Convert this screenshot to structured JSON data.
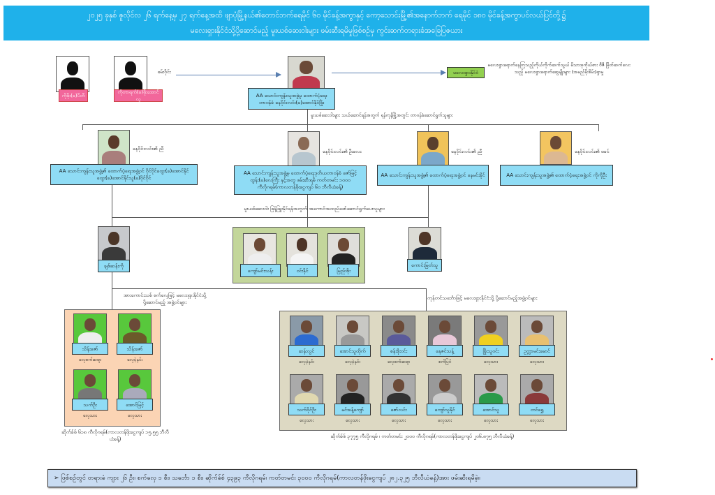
{
  "title": {
    "line1": "၂၀၂၅ ခုနှစ် ဇူလိုင်လ ၂၆ ရက်နေ့မှ ၂၇ ရက်နေ့အထိ ဖျာပုံမြို့နယ်၏တောင်ဘက်ရေမိုင် ၆၀ မိုင်ခန့်အကွာနှင့် ကော့သောင်းမြို့၏အနောက်ဘက် ရေမိုင် ၁၈၀ မိုင်ခန့်အကွာပင်လယ်ပြင်တို့၌",
    "line2": "မလေးရှားနိုင်ငံသို့ပို့ဆောင်မည့် မူးယစ်ဆေးဝါးများ ဖမ်းဆီးရမိမှုဖြစ်စဉ်မှ ကွင်းဆက်တရားခံအခြေပြဇယား"
  },
  "top": {
    "silhouettes": [
      {
        "name": "ကိုဖိုး(ခ)ပီတီ"
      },
      {
        "name": "ကိုတာရက်(ခ)ဖိုးအောင်လူ"
      }
    ],
    "order_label": "ဖမ်းဝိုင်း",
    "leader_label": "AA သောင်းကျန်းသူအဖွဲ့မှ ထောက်ပံ့ရေးတာဝန်ခံ နေဝိုင်းလင်း(ခ)အောင်နိုင်ဖြိုး",
    "destination": "မလေးရှားနိုင်ငံ",
    "destination_note": "မလေးရှားရောက်နေကြသည့်ကိုယ်ကိုက်ဆက်သွယ် မိသားစုကိုယ်စား ဗီဇီ မြိတ်ဆက်လေးသည့် မလေးရှားရောက်ဆွေမျိုးများ (အမည်မိုးစိမ်း)ရှာမှု",
    "under_leader": "မူးယစ်ဆေးဝါးများ သယ်ဆောင်ရန်အတွက် ရန်ကုန်မြို့အတွင်း တာဝန်ခံဆောင်ရွက်သူများ"
  },
  "row2": [
    {
      "relation": "နေဝိုင်းလင်း၏ ညီ",
      "box": "AA သောင်းကျန်းသူအဖွဲ့၏ ထောက်ပံ့ရေးအဖွဲ့ဝင် ဝိုင်ဝိုင်ထွေး(ခ)အောင်နိုင်ထွေး(ခ)အောင်နိုင်သူ(ခ)ဝိုင်ဝိုင်"
    },
    {
      "relation": "နေဝိုင်းလင်း၏ ဦးလေး",
      "box": "AA သောင်းကျန်းသူအဖွဲ့မှ ထောက်ပံ့ရေးဒုတိယတာဝန်ခံ ဇော်မြင့်ထွန်း(ခ)လေကြီး နှင့်အတူ ဖမ်းဆီးရမိ ကတ်တမင်း ၁၀၀၀ ကီလိုဂရမ်(ကာလတန်ဖိုးငွေကျပ် ၆၀ ဘီလီယံခန့်)"
    },
    {
      "relation": "နေဝိုင်းလင်း၏ ညီ",
      "box": "AA သောင်းကျန်းသူအဖွဲ့၏ ထောက်ပံ့ရေးအဖွဲ့ဝင် နေမင်းခိုင်"
    },
    {
      "relation": "နေဝိုင်းလင်း၏ ဖခင်",
      "box": "AA သောင်းကျန်းသူအဖွဲ့၏ ထောက်ပံ့ရေးအဖွဲ့ဝင် ကိုကိုဦး"
    }
  ],
  "transport_label": "မူးယစ်ဆေးဝါး ဖြန့်ဖြူးနိုင်ရန်အတွက် အကောင်အထည်ဖော်ဆောင်ရွက်ပေးသူများ",
  "row3": {
    "left": "ချစ်ဆန်းကို",
    "middle": [
      "ကျော်မင်းသန်း",
      "ဝင်းနိုင်",
      "မြည်းစိုး"
    ],
    "right": "ကောင်းမြတ်သူ"
  },
  "branch_left": "အားကောင်းသစ် စက်လှေဖြင့် မလေးရှားနိုင်ငံသို့ ပို့ဆောင်မည့် အဖွဲ့ဝင်များ",
  "branch_right": "ကုန်တင်သင်္ဘောဖြင့် မလေးရှားနိုင်ငံသို့ ပို့ဆောင်မည့်အဖွဲ့ဝင်များ",
  "left_group": {
    "members": [
      {
        "name": "သိန်းဇော်",
        "role": "လှေစက်ဆရာ"
      },
      {
        "name": "သိန်းဇော်",
        "role": "လှေပဲ့နင်း"
      },
      {
        "name": "သက်ဦး",
        "role": "လှေသား"
      },
      {
        "name": "အောင်မြင့်",
        "role": "လှေသား"
      }
    ],
    "caption": "ဆိုက်ခ်စ် ၆၁၈ ကီလိုဂရမ်(ကာလတန်ဖိုးငွေကျပ် ၁၅.၅၅ ဘီလီယံခန့်)"
  },
  "right_group": {
    "members": [
      {
        "name": "ဆန်းလွင်",
        "role": "လှေပဲ့နင်း"
      },
      {
        "name": "အောင်သူထိုက်",
        "role": "လှေပဲ့နင်း"
      },
      {
        "name": "စန်းစိုးဝင်း",
        "role": "လှေစက်ဆရာ"
      },
      {
        "name": "နေဇင်သန့်",
        "role": "စက်ပြင်"
      },
      {
        "name": "ဖြိုးသူဝင်း",
        "role": "လှေသား"
      },
      {
        "name": "ဥက္ကာမင်းမောင်",
        "role": "လှေသား"
      },
      {
        "name": "သက်ဝိုင်ဦး",
        "role": "လှေသား"
      },
      {
        "name": "မင်းခန့်ကျော်",
        "role": "လှေသား"
      },
      {
        "name": "ဇော်လင်း",
        "role": "လှေသား"
      },
      {
        "name": "ကျော်သူနိုင်",
        "role": "လှေသား"
      },
      {
        "name": "အောင်သူ",
        "role": "လှေသား"
      },
      {
        "name": "တင်ရွှေ",
        "role": "လှေသား"
      }
    ],
    "caption": "ဆိုက်ခ်စ် ၃၇၇၅ ကီလိုဂရမ် ၊ ကတ်တမင်း ၂၀၀၀ ကီလိုဂရမ်(ကာလတန်ဖိုးငွေကျပ် ၂၀၆.၈၇၅ ဘီလီယံခန့်)"
  },
  "footer": "➢ ဖြစ်စဉ်တွင် တရားခံ ကျား ၂၆ ဦး၊ စက်လှေ ၁ စီး၊ သင်္ဘော ၁ စီး၊ ဆိုက်ခ်စ် ၄၃၉၃ ကီလိုဂရမ်၊ ကတ်တမင်း ၃၀၀၀ ကီလိုဂရမ်(ကာလတန်ဖိုးငွေကျပ် ၂၈၂.၃၂၅ ဘီလီယံခန့်)အား ဖမ်းဆီးရမိခဲ့။",
  "colors": {
    "banner": "#1fb1ea",
    "label": "#8fdcf5",
    "pink": "#f2679b",
    "green_box": "#c3d69b",
    "orange_box": "#fbd4b4",
    "gray_box": "#ddd9c3",
    "destination": "#92d050"
  }
}
